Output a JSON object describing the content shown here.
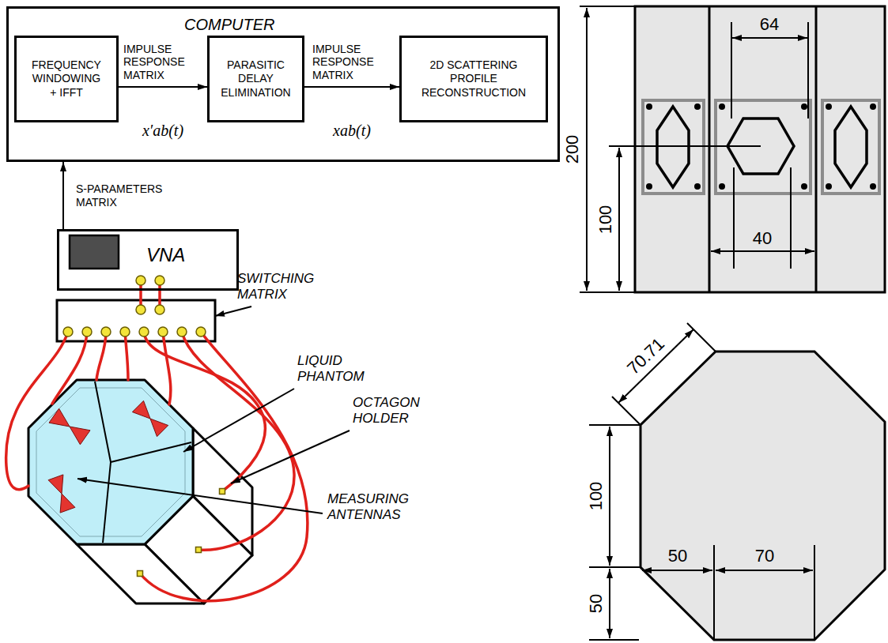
{
  "diagram": {
    "nodes": [
      {
        "text": [
          "COMPUTER"
        ]
      },
      {
        "text": [
          "FREQUENCY WINDOWING + IFFT"
        ],
        "in": 0
      },
      {
        "text": [
          "PARASITIC DELAY ELIMINATION"
        ],
        "in": 0
      },
      {
        "text": [
          "2D SCATTERING PROFILE RECONSTRUCTION"
        ],
        "in": 0
      },
      {
        "text": [
          "VNA"
        ]
      }
    ],
    "edges": [
      {
        "from": 1,
        "to": 2,
        "arrow": "to",
        "label": "IMPULSE RESPONSE MATRIX"
      },
      {
        "from": 2,
        "to": 3,
        "arrow": "to",
        "label": "IMPULSE RESPONSE MATRIX"
      },
      {
        "from": 4,
        "to": 0,
        "arrow": "to",
        "label": "S-PARAMETERS MATRIX"
      }
    ],
    "labels": [
      "x′ab(t)",
      "xab(t)",
      "SWITCHING MATRIX",
      "LIQUID PHANTOM",
      "OCTAGON HOLDER",
      "MEASURING ANTENNAS",
      "200",
      "100",
      "64",
      "40",
      "70.71",
      "100",
      "50",
      "70",
      "50"
    ]
  }
}
